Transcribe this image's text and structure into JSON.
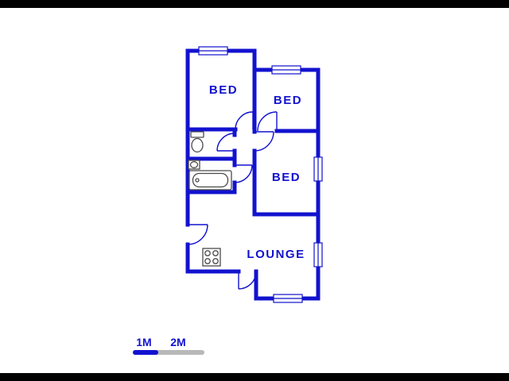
{
  "colors": {
    "wall": "#1212cf",
    "label": "#1212cf",
    "door": "#1212cf",
    "fixture": "#4a4a4a",
    "scale-blue": "#1212cf",
    "scale-gray": "#b8b8b8",
    "background": "#ffffff",
    "letterbox": "#000000"
  },
  "rooms": {
    "bed1": {
      "label": "BED"
    },
    "bed2": {
      "label": "BED"
    },
    "bed3": {
      "label": "BED"
    },
    "lounge": {
      "label": "LOUNGE"
    }
  },
  "fixtures": [
    "toilet",
    "sink",
    "bathtub",
    "stove"
  ],
  "scale": {
    "one": "1M",
    "two": "2M"
  }
}
